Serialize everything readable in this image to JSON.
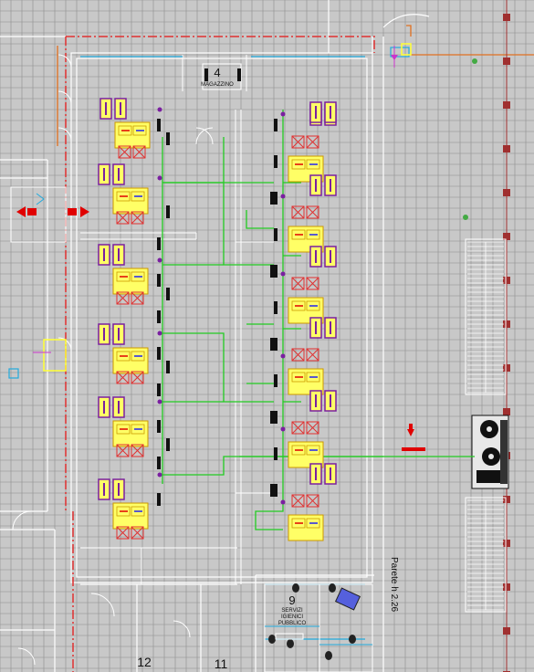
{
  "rooms": {
    "magazzino": {
      "number": "4",
      "name": "MAGAZZINO"
    },
    "servizi": {
      "number": "9",
      "line1": "SERVIZI",
      "line2": "IGIENICI",
      "line3": "PUBBLICO"
    },
    "room12": {
      "number": "12"
    },
    "room11": {
      "number": "11"
    }
  },
  "annotations": {
    "elevation": "Parete h 2.26"
  },
  "colors": {
    "background": "#c8c8c8",
    "grid": "#8c8c8c",
    "wall": "#ffffff",
    "perimeter": "#e03030",
    "pipe_green": "#22cc22",
    "pipe_orange": "#e07020",
    "cyan": "#22aadd",
    "station_fill": "#ffff66",
    "station_stroke": "#cc9900",
    "panel_purple": "#7a1fa0",
    "column": "#a03030",
    "black_block": "#111111",
    "arrow_red": "#e00000"
  }
}
